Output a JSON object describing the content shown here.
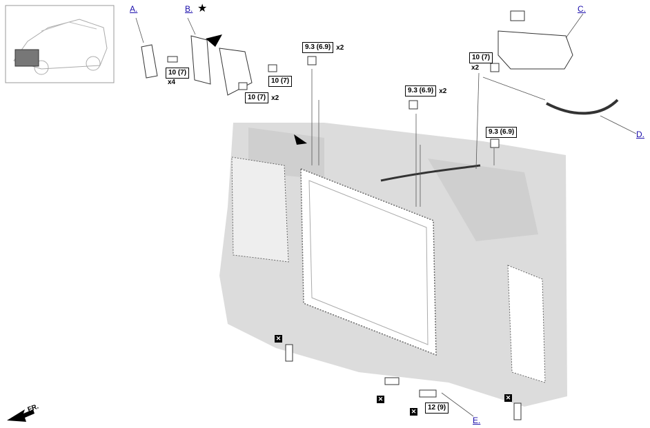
{
  "callouts": {
    "a": "A.",
    "b": "B.",
    "c": "C.",
    "d": "D.",
    "e": "E."
  },
  "torques": {
    "t1": "10 (7)",
    "t2": "10 (7)",
    "t3": "10 (7)",
    "t4": "9.3 (6.9)",
    "t5": "10 (7)",
    "t6": "9.3 (6.9)",
    "t7": "9.3 (6.9)",
    "t8": "12 (9)"
  },
  "quantities": {
    "q1": "x4",
    "q2": "x2",
    "q3": "x2",
    "q4": "x2",
    "q5": "x2"
  },
  "symbols": {
    "star": "★",
    "front": "FR.",
    "no_reuse": "✕"
  },
  "colors": {
    "link": "#1a0dab",
    "engine_bay": "#d9d9d9",
    "radiator": "#ffffff"
  }
}
